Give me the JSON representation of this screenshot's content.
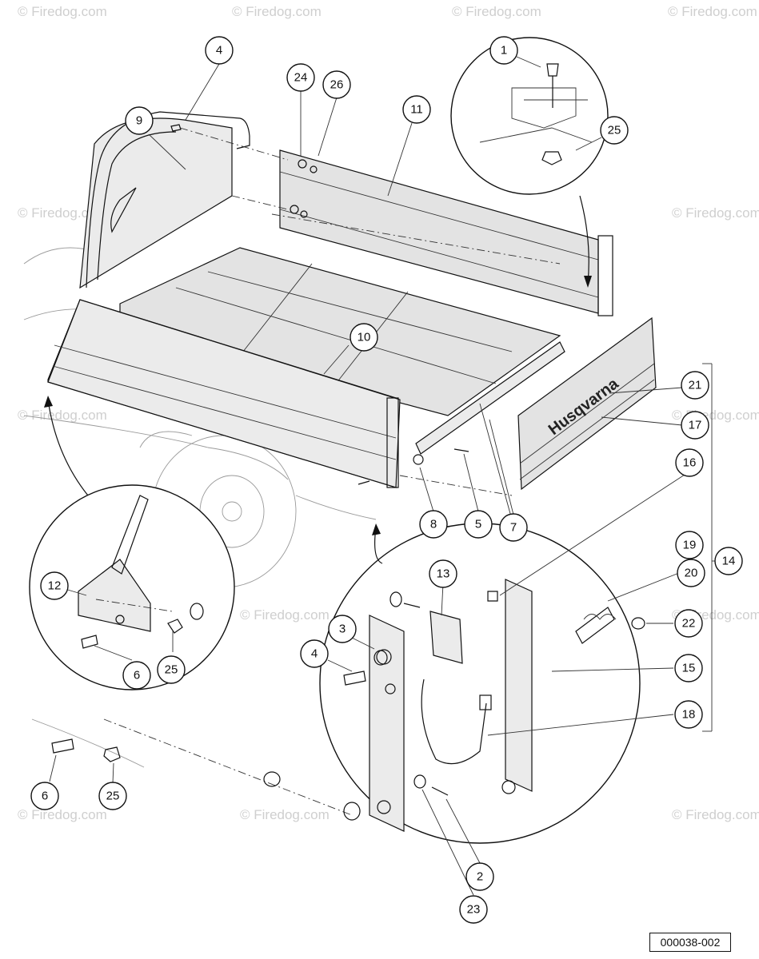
{
  "diagram": {
    "reference_code": "000038-002",
    "brand_label": "Husqvarna",
    "watermark_text": "© Firedog.com",
    "callouts": [
      {
        "id": "c-1",
        "label": "1"
      },
      {
        "id": "c-2",
        "label": "2"
      },
      {
        "id": "c-3",
        "label": "3"
      },
      {
        "id": "c-4a",
        "label": "4"
      },
      {
        "id": "c-4b",
        "label": "4"
      },
      {
        "id": "c-5",
        "label": "5"
      },
      {
        "id": "c-6a",
        "label": "6"
      },
      {
        "id": "c-6b",
        "label": "6"
      },
      {
        "id": "c-7",
        "label": "7"
      },
      {
        "id": "c-8",
        "label": "8"
      },
      {
        "id": "c-9",
        "label": "9"
      },
      {
        "id": "c-10",
        "label": "10"
      },
      {
        "id": "c-11",
        "label": "11"
      },
      {
        "id": "c-12",
        "label": "12"
      },
      {
        "id": "c-13",
        "label": "13"
      },
      {
        "id": "c-14",
        "label": "14"
      },
      {
        "id": "c-15",
        "label": "15"
      },
      {
        "id": "c-16",
        "label": "16"
      },
      {
        "id": "c-17",
        "label": "17"
      },
      {
        "id": "c-18",
        "label": "18"
      },
      {
        "id": "c-19",
        "label": "19"
      },
      {
        "id": "c-20",
        "label": "20"
      },
      {
        "id": "c-21",
        "label": "21"
      },
      {
        "id": "c-22",
        "label": "22"
      },
      {
        "id": "c-23",
        "label": "23"
      },
      {
        "id": "c-24",
        "label": "24"
      },
      {
        "id": "c-25a",
        "label": "25"
      },
      {
        "id": "c-25b",
        "label": "25"
      },
      {
        "id": "c-25c",
        "label": "25"
      },
      {
        "id": "c-26",
        "label": "26"
      }
    ]
  }
}
